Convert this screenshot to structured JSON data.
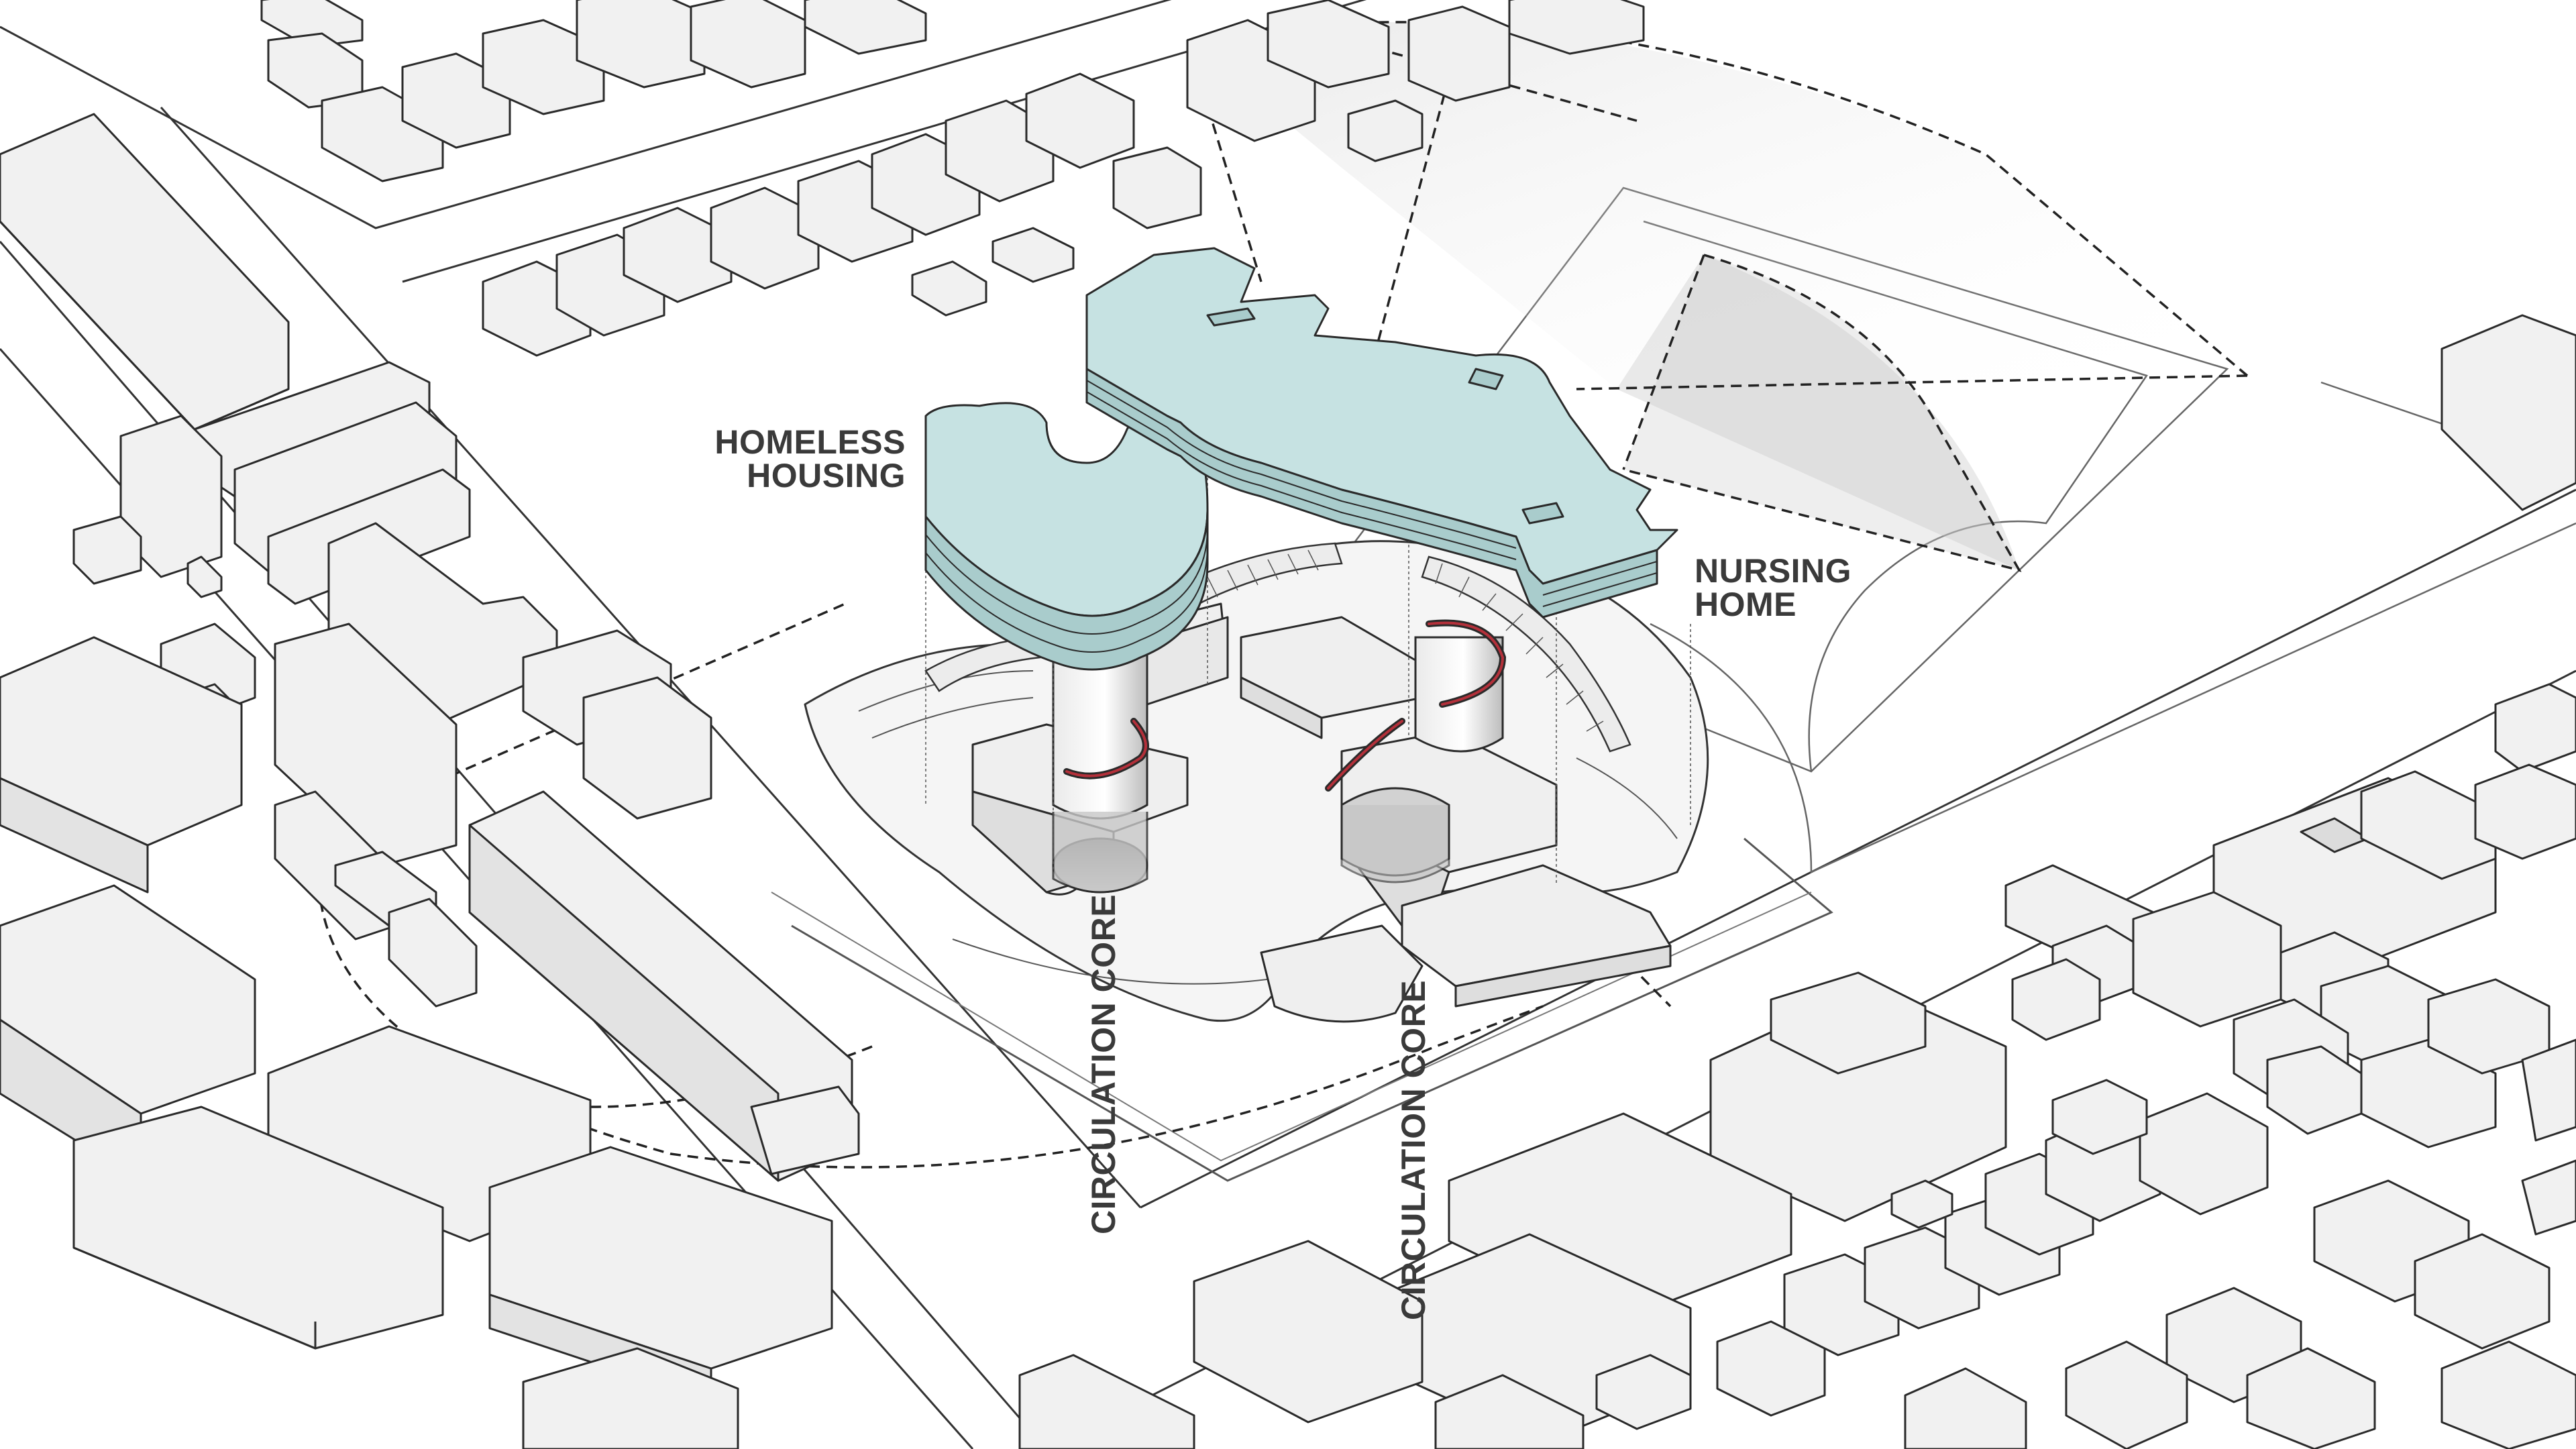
{
  "labels": {
    "homeless_housing": [
      "HOMELESS",
      "HOUSING"
    ],
    "nursing_home": [
      "NURSING",
      "HOME"
    ],
    "circulation_core_left": "CIRCULATION CORE",
    "circulation_core_right": "CIRCULATION CORE"
  },
  "colors": {
    "building_fill": "#f1f1f1",
    "building_side": "#dcdcdc",
    "building_stroke": "#2a2a2a",
    "program_fill": "#c6e2e2",
    "program_side": "#a9cccc",
    "shadow_fill": "#d9d9d9",
    "stair_accent": "#b3303a",
    "label_color": "#3a3a3a"
  }
}
